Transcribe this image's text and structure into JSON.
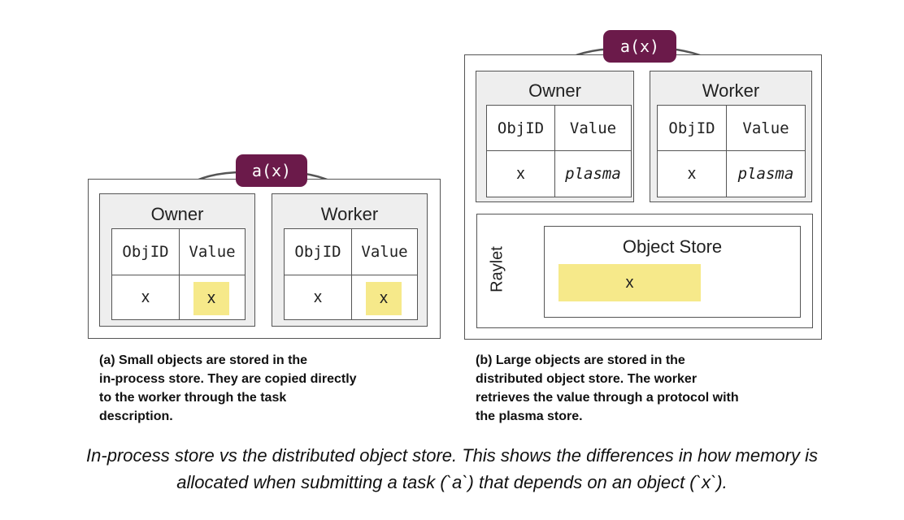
{
  "panel_a": {
    "task_label": "a(x)",
    "owner": {
      "title": "Owner",
      "col_id": "ObjID",
      "col_value": "Value",
      "row_id": "x",
      "row_value": "x"
    },
    "worker": {
      "title": "Worker",
      "col_id": "ObjID",
      "col_value": "Value",
      "row_id": "x",
      "row_value": "x"
    },
    "caption_lines": [
      "(a) Small objects are stored in the",
      "in-process store. They are copied directly",
      "to the worker through the task",
      "description."
    ]
  },
  "panel_b": {
    "task_label": "a(x)",
    "owner": {
      "title": "Owner",
      "col_id": "ObjID",
      "col_value": "Value",
      "row_id": "x",
      "row_value": "plasma"
    },
    "worker": {
      "title": "Worker",
      "col_id": "ObjID",
      "col_value": "Value",
      "row_id": "x",
      "row_value": "plasma"
    },
    "raylet_label": "Raylet",
    "object_store_title": "Object Store",
    "object_store_item": "x",
    "caption_lines": [
      "(b) Large objects are stored in the",
      "distributed object store. The worker",
      "retrieves the value through a protocol with",
      "the plasma store."
    ]
  },
  "figure_caption_lines": [
    "In-process store vs the distributed object store. This shows the differences in how memory is",
    "allocated when submitting a task (`a`) that depends on an object (`x`)."
  ],
  "colors": {
    "task_bg": "#6b1a4a",
    "highlight": "#f6e98a",
    "process_bg": "#eeeeee"
  }
}
